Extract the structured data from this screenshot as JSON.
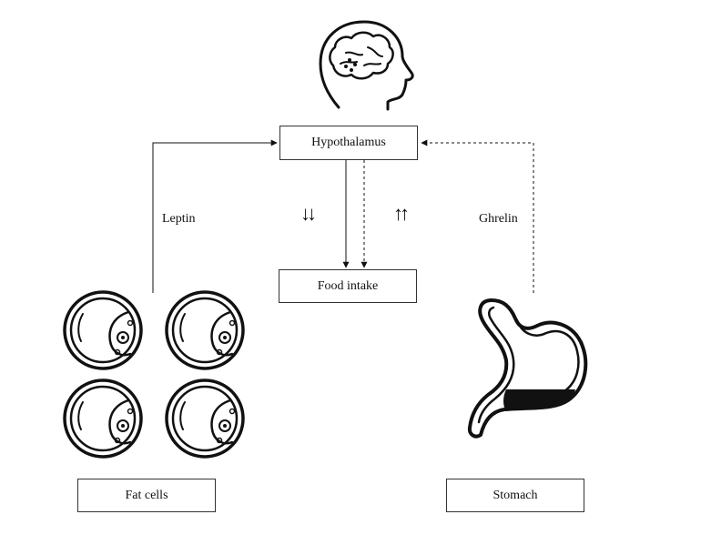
{
  "diagram": {
    "nodes": {
      "hypothalamus": "Hypothalamus",
      "food_intake": "Food intake",
      "fat_cells": "Fat cells",
      "stomach": "Stomach"
    },
    "edges": {
      "leptin": "Leptin",
      "ghrelin": "Ghrelin",
      "leptin_effect": "↓↓",
      "ghrelin_effect": "↑↑"
    },
    "icons": {
      "brain": "brain-head-icon",
      "fat_cell": "fat-cell-icon",
      "stomach": "stomach-icon"
    }
  }
}
